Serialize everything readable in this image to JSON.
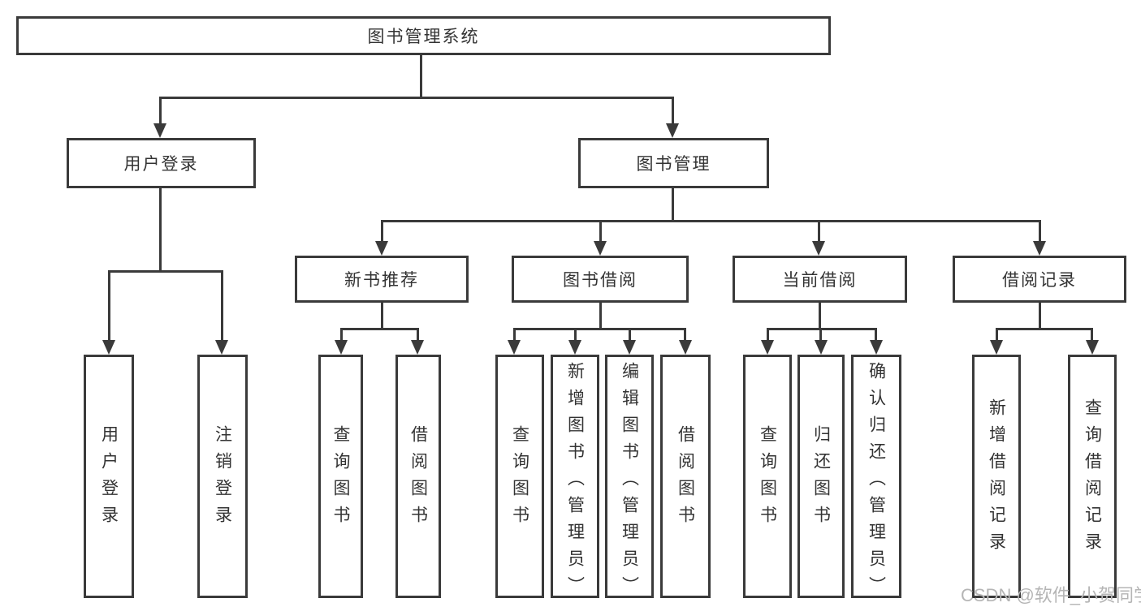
{
  "diagram": {
    "type": "hierarchy-tree",
    "root": "图书管理系统",
    "level1": [
      {
        "label": "用户登录",
        "children": [
          "用户登录",
          "注销登录"
        ]
      },
      {
        "label": "图书管理",
        "children": [
          {
            "label": "新书推荐",
            "children": [
              "查询图书",
              "借阅图书"
            ]
          },
          {
            "label": "图书借阅",
            "children": [
              "查询图书",
              "新增图书（管理员）",
              "编辑图书（管理员）",
              "借阅图书"
            ]
          },
          {
            "label": "当前借阅",
            "children": [
              "查询图书",
              "归还图书",
              "确认归还（管理员）"
            ]
          },
          {
            "label": "借阅记录",
            "children": [
              "新增借阅记录",
              "查询借阅记录"
            ]
          }
        ]
      }
    ]
  },
  "watermark": {
    "text": "CSDN @软件_小贺同学"
  },
  "colors": {
    "line": "#3a3a3a",
    "text": "#333333",
    "watermark": "#b5b5b5",
    "background": "#ffffff"
  }
}
